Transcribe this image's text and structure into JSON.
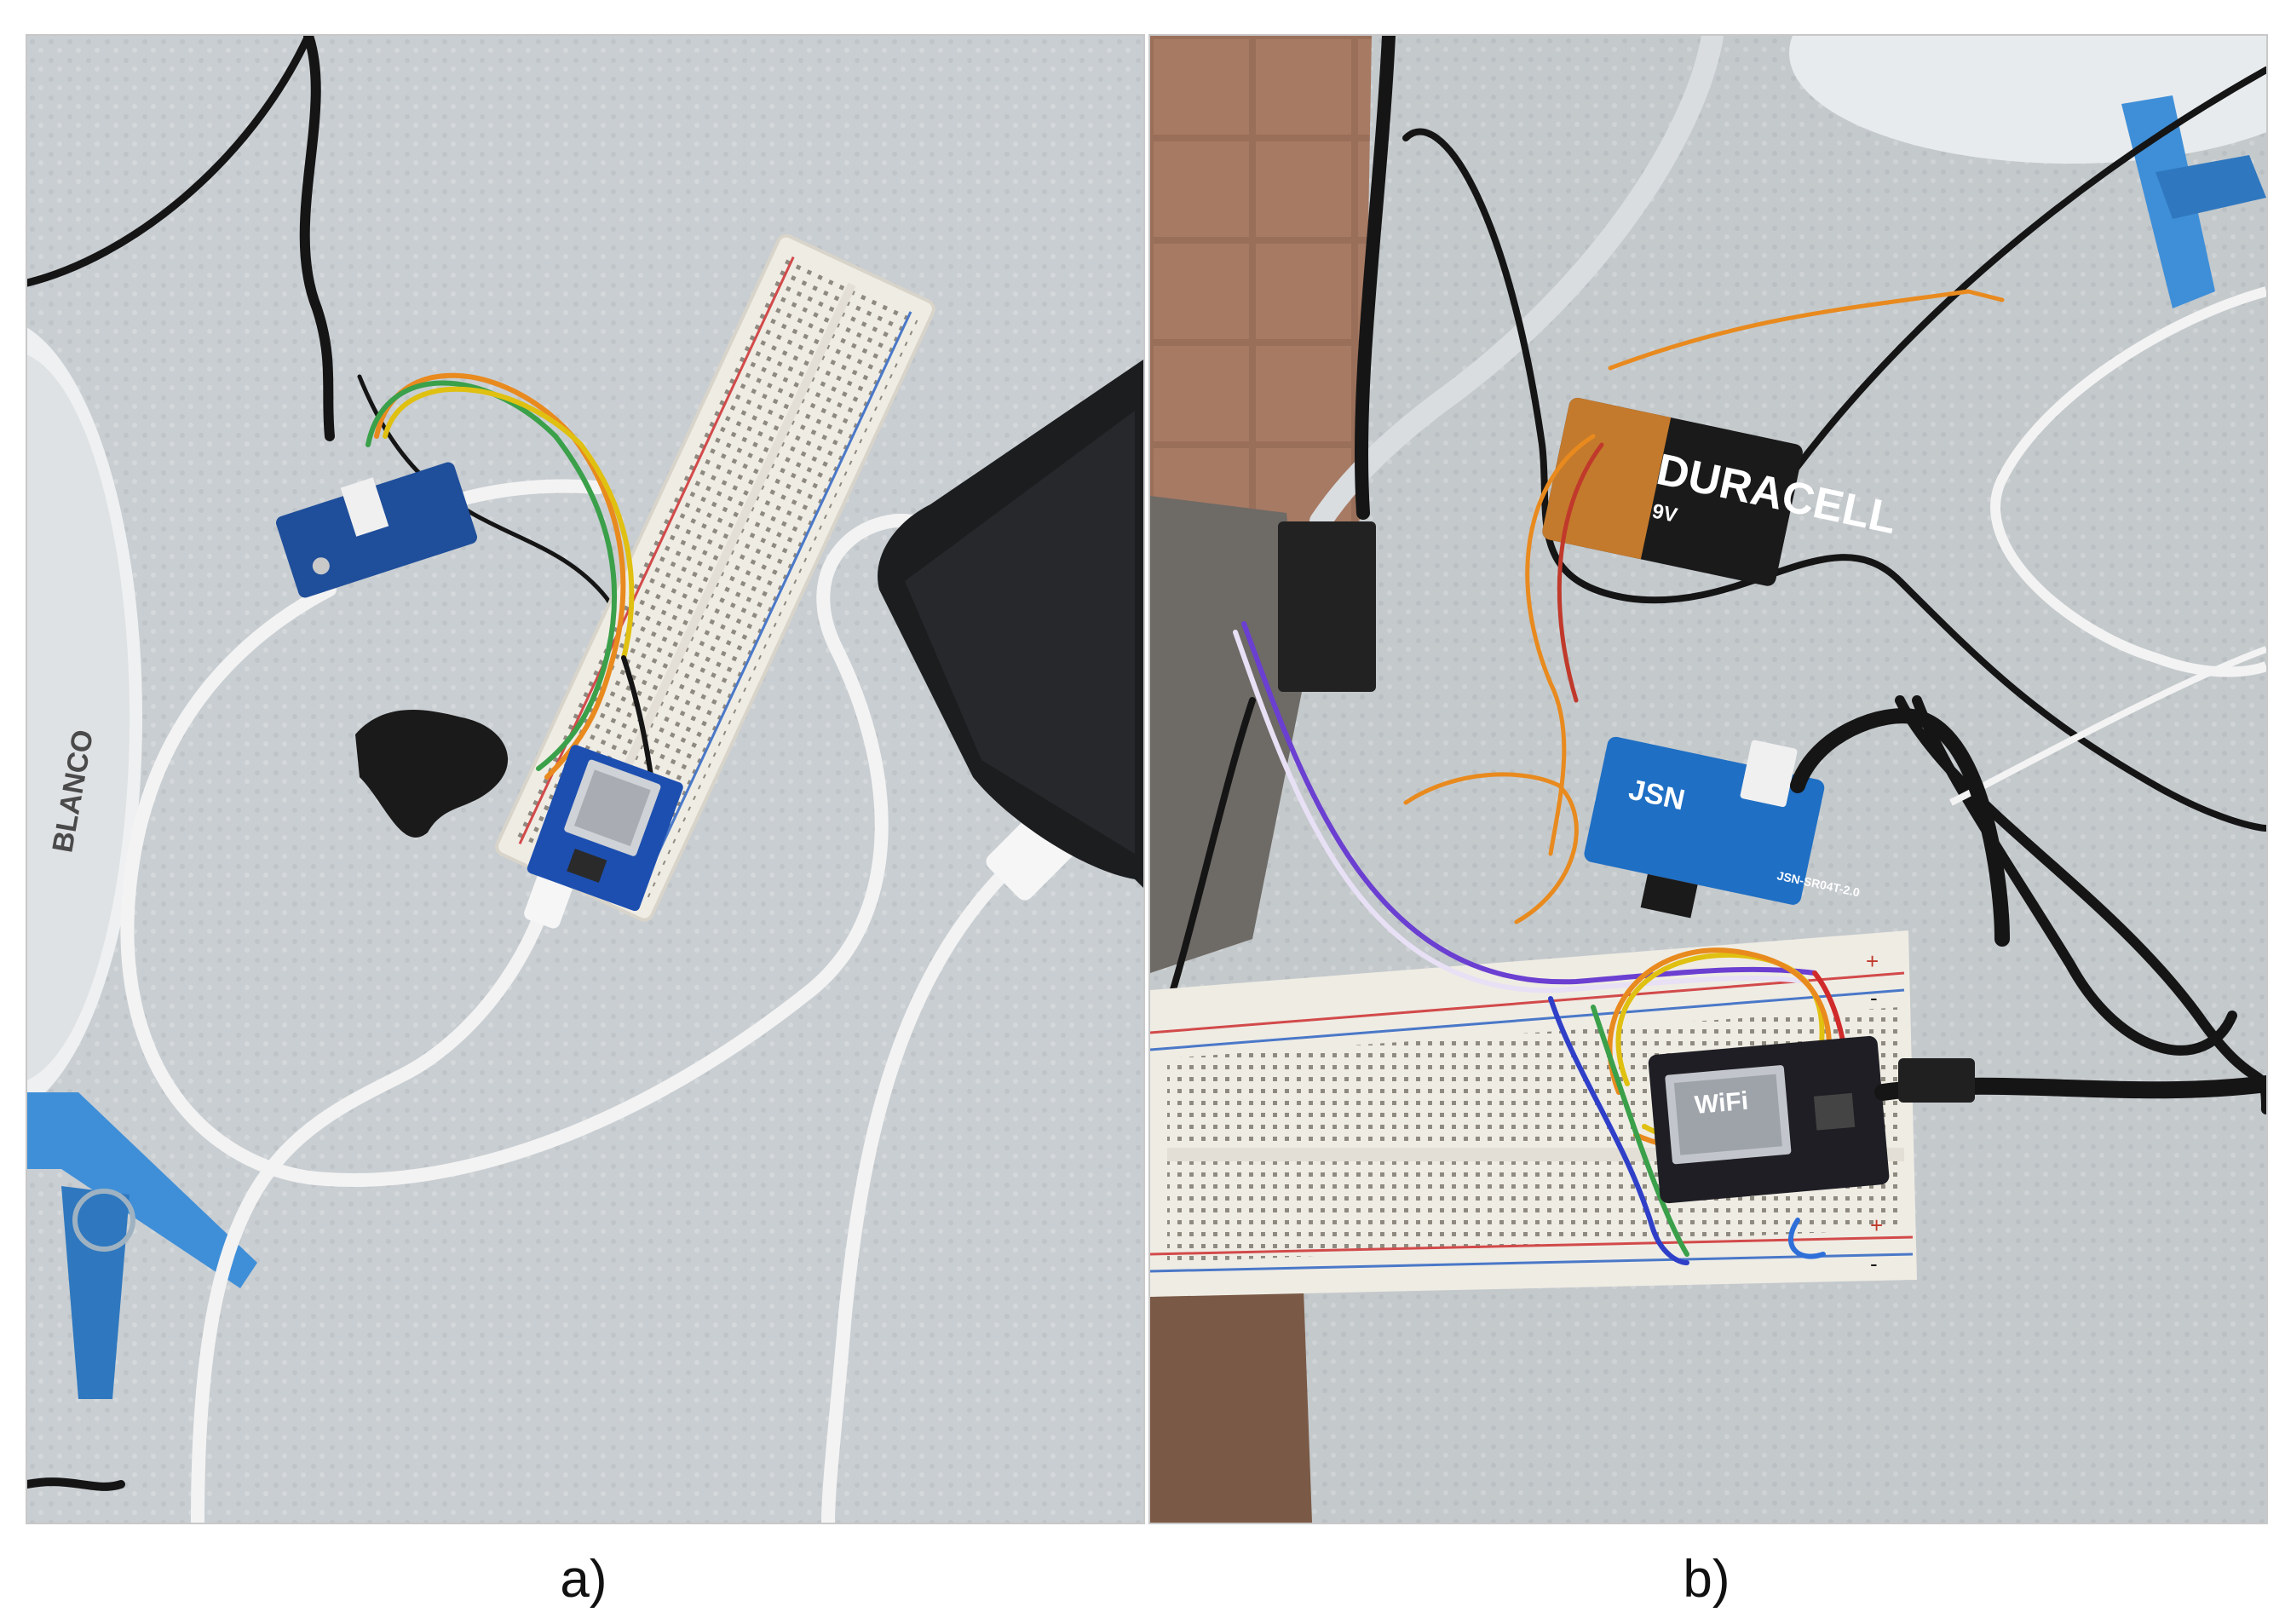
{
  "figure": {
    "panels": [
      {
        "caption": "a)",
        "photo_text": {
          "bucket_label": "BLANCO"
        },
        "colors": {
          "surface": "#c9ced2",
          "breadboard": "#efece4",
          "sensor_board": "#1f4e9a",
          "microcontroller": "#1d4fb0",
          "phone": "#1c1d1f",
          "cable_white": "#f3f3f3",
          "clip": "#3f8fd8"
        }
      },
      {
        "caption": "b)",
        "photo_text": {
          "battery_brand": "DURACELL",
          "battery_voltage": "9V",
          "sensor_logo": "JSN",
          "sensor_model": "JSN-SR04T-2.0",
          "module_label": "WiFi",
          "rail_plus": "+",
          "rail_minus": "-"
        },
        "colors": {
          "surface": "#c4c9cc",
          "floor": "#9a6f5a",
          "battery_copper": "#c47a2c",
          "battery_black": "#1a1a1a",
          "breadboard": "#efece4",
          "sensor_board": "#1f6fc4",
          "microcontroller": "#1e1e24",
          "clip": "#3f8fd8"
        }
      }
    ]
  }
}
